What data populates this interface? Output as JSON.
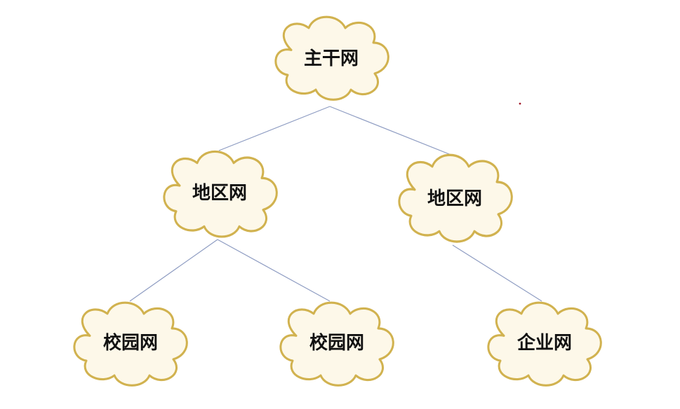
{
  "diagram": {
    "root": {
      "label": "主干网"
    },
    "regions": [
      {
        "label": "地区网"
      },
      {
        "label": "地区网"
      }
    ],
    "leaves": [
      {
        "label": "校园网"
      },
      {
        "label": "校园网"
      },
      {
        "label": "企业网"
      }
    ]
  },
  "colors": {
    "cloud_fill": "#fdf8e9",
    "cloud_outline": "#d1b24f",
    "link": "#8e9cc2",
    "text": "#111111"
  }
}
